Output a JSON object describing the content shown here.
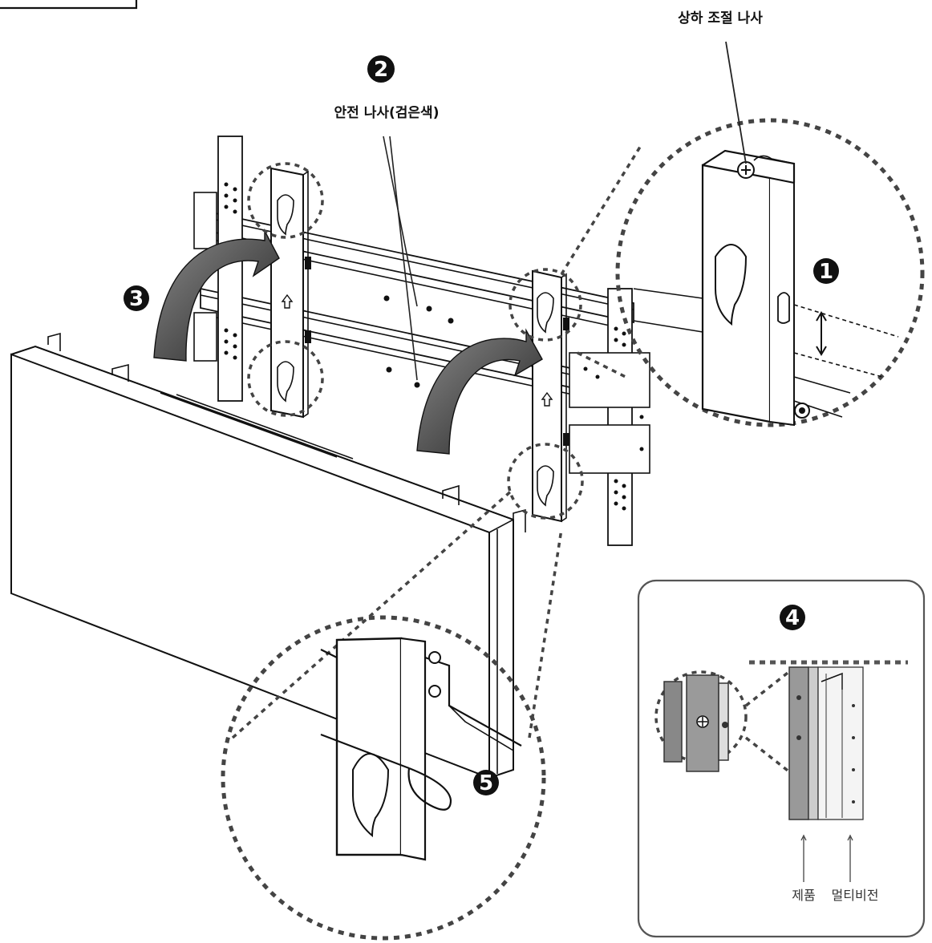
{
  "labels": {
    "top_screw": "상하 조절 나사",
    "safety_screw": "안전 나사(검은색)",
    "product": "제품",
    "multivision": "멀티비전"
  },
  "steps": {
    "s1": "1",
    "s2": "2",
    "s3": "3",
    "s4": "4",
    "s5": "5"
  }
}
